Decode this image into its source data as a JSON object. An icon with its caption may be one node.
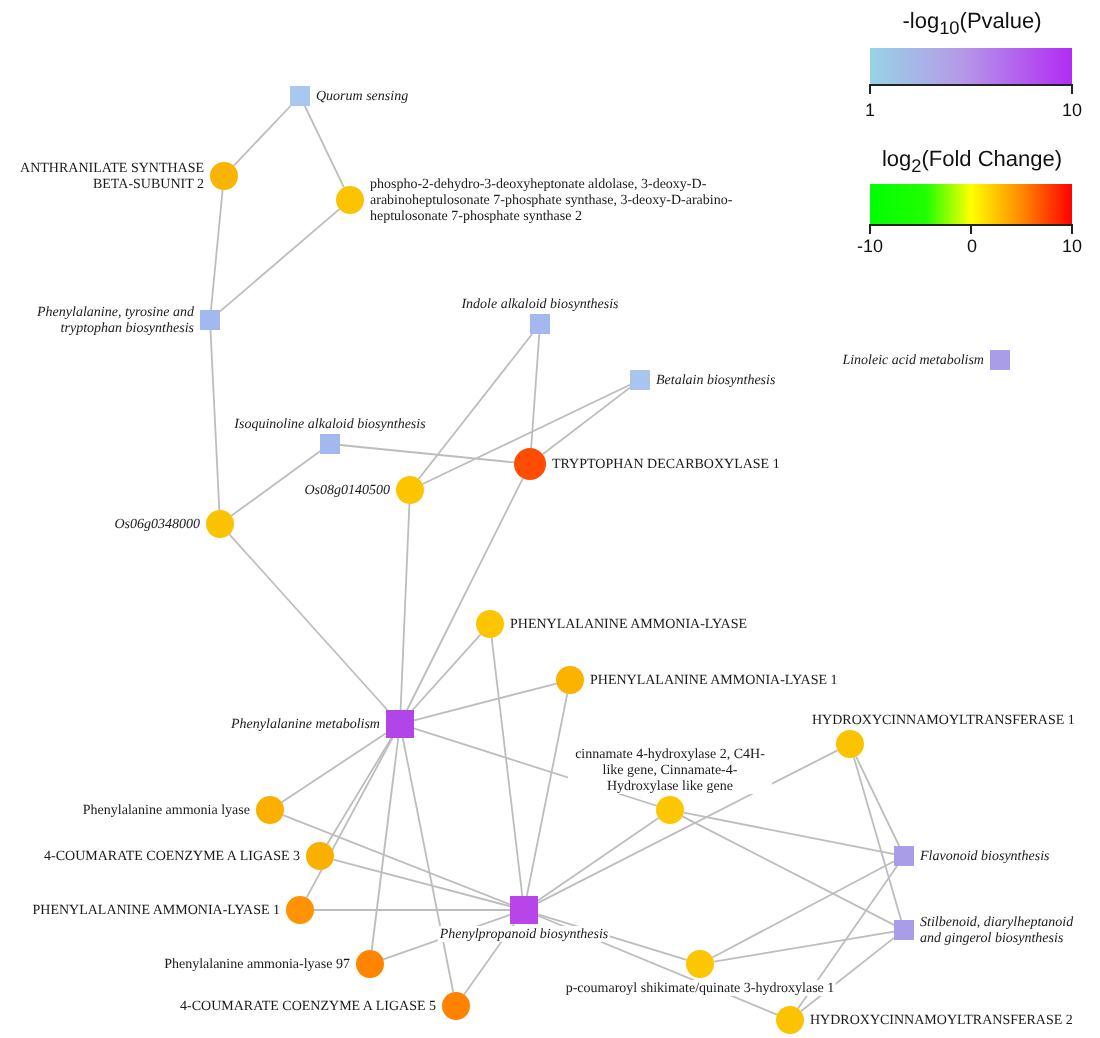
{
  "diagram": {
    "nodes": [
      {
        "text": [],
        "shape": "box",
        "beside": [
          "Quorum sensing"
        ]
      },
      {
        "text": [],
        "shape": "circle",
        "beside": [
          "ANTHRANILATE SYNTHASE BETA-SUBUNIT 2"
        ]
      },
      {
        "text": [],
        "shape": "circle",
        "beside": [
          "phospho-2-dehydro-3-deoxyheptonate aldolase, 3-deoxy-D-arabinoheptulosonate 7-phosphate synthase, 3-deoxy-D-arabino-heptulosonate 7-phosphate synthase 2"
        ]
      },
      {
        "text": [],
        "shape": "box",
        "beside": [
          "Phenylalanine, tyrosine and tryptophan biosynthesis"
        ]
      },
      {
        "text": [],
        "shape": "box",
        "beside": [
          "Indole alkaloid biosynthesis"
        ]
      },
      {
        "text": [],
        "shape": "box",
        "beside": [
          "Linoleic acid metabolism"
        ]
      },
      {
        "text": [],
        "shape": "box",
        "beside": [
          "Betalain biosynthesis"
        ]
      },
      {
        "text": [],
        "shape": "circle",
        "beside": [
          "Os08g0140500"
        ]
      },
      {
        "text": [],
        "shape": "box",
        "beside": [
          "Isoquinoline alkaloid biosynthesis"
        ]
      },
      {
        "text": [],
        "shape": "circle",
        "beside": [
          "TRYPTOPHAN DECARBOXYLASE 1"
        ]
      },
      {
        "text": [],
        "shape": "circle",
        "beside": [
          "Os06g0348000"
        ]
      },
      {
        "text": [],
        "shape": "circle",
        "beside": [
          "PHENYLALANINE AMMONIA-LYASE"
        ]
      },
      {
        "text": [],
        "shape": "box",
        "beside": [
          "Phenylalanine metabolism"
        ]
      },
      {
        "text": [],
        "shape": "circle",
        "beside": [
          "PHENYLALANINE AMMONIA-LYASE 1"
        ]
      },
      {
        "text": [],
        "shape": "circle",
        "beside": [
          "HYDROXYCINNAMOYLTRANSFERASE 1"
        ]
      },
      {
        "text": [],
        "shape": "circle",
        "beside": [
          "Phenylalanine ammonia lyase"
        ]
      },
      {
        "text": [],
        "shape": "circle",
        "beside": [
          "cinnamate 4-hydroxylase 2, C4H-like gene, Cinnamate-4-Hydroxylase like gene"
        ]
      },
      {
        "text": [],
        "shape": "circle",
        "beside": [
          "4-COUMARATE COENZYME A LIGASE 3"
        ]
      },
      {
        "text": [],
        "shape": "box",
        "beside": [
          "Flavonoid biosynthesis"
        ]
      },
      {
        "text": [],
        "shape": "box",
        "beside": [
          "Phenylpropanoid biosynthesis"
        ]
      },
      {
        "text": [],
        "shape": "circle",
        "beside": [
          "PHENYLALANINE AMMONIA-LYASE 1"
        ]
      },
      {
        "text": [],
        "shape": "box",
        "beside": [
          "Stilbenoid, diarylheptanoid and gingerol biosynthesis"
        ]
      },
      {
        "text": [],
        "shape": "circle",
        "beside": [
          "Phenylalanine ammonia-lyase 97"
        ]
      },
      {
        "text": [],
        "shape": "circle",
        "beside": [
          "p-coumaroyl shikimate/quinate 3-hydroxylase 1"
        ]
      },
      {
        "text": [],
        "shape": "circle",
        "beside": [
          "4-COUMARATE COENZYME A LIGASE 5"
        ]
      },
      {
        "text": [],
        "shape": "circle",
        "beside": [
          "HYDROXYCINNAMOYLTRANSFERASE 2"
        ]
      }
    ],
    "edges": [
      {
        "from": 0,
        "to": 1,
        "arrow": "none"
      },
      {
        "from": 0,
        "to": 2,
        "arrow": "none"
      },
      {
        "from": 1,
        "to": 3,
        "arrow": "none"
      },
      {
        "from": 2,
        "to": 3,
        "arrow": "none"
      },
      {
        "from": 3,
        "to": 10,
        "arrow": "none"
      },
      {
        "from": 4,
        "to": 7,
        "arrow": "none"
      },
      {
        "from": 4,
        "to": 9,
        "arrow": "none"
      },
      {
        "from": 6,
        "to": 7,
        "arrow": "none"
      },
      {
        "from": 6,
        "to": 9,
        "arrow": "none"
      },
      {
        "from": 8,
        "to": 9,
        "arrow": "none"
      },
      {
        "from": 8,
        "to": 10,
        "arrow": "none"
      },
      {
        "from": 7,
        "to": 12,
        "arrow": "none"
      },
      {
        "from": 9,
        "to": 12,
        "arrow": "none"
      },
      {
        "from": 10,
        "to": 12,
        "arrow": "none"
      },
      {
        "from": 12,
        "to": 11,
        "arrow": "none"
      },
      {
        "from": 12,
        "to": 13,
        "arrow": "none"
      },
      {
        "from": 12,
        "to": 16,
        "arrow": "none"
      },
      {
        "from": 12,
        "to": 15,
        "arrow": "none"
      },
      {
        "from": 12,
        "to": 17,
        "arrow": "none"
      },
      {
        "from": 12,
        "to": 20,
        "arrow": "none"
      },
      {
        "from": 12,
        "to": 22,
        "arrow": "none"
      },
      {
        "from": 12,
        "to": 24,
        "arrow": "none"
      },
      {
        "from": 11,
        "to": 19,
        "arrow": "none"
      },
      {
        "from": 13,
        "to": 19,
        "arrow": "none"
      },
      {
        "from": 15,
        "to": 19,
        "arrow": "none"
      },
      {
        "from": 17,
        "to": 19,
        "arrow": "none"
      },
      {
        "from": 20,
        "to": 19,
        "arrow": "none"
      },
      {
        "from": 22,
        "to": 19,
        "arrow": "none"
      },
      {
        "from": 24,
        "to": 19,
        "arrow": "none"
      },
      {
        "from": 16,
        "to": 19,
        "arrow": "none"
      },
      {
        "from": 14,
        "to": 19,
        "arrow": "none"
      },
      {
        "from": 23,
        "to": 19,
        "arrow": "none"
      },
      {
        "from": 25,
        "to": 19,
        "arrow": "none"
      },
      {
        "from": 16,
        "to": 18,
        "arrow": "none"
      },
      {
        "from": 16,
        "to": 21,
        "arrow": "none"
      },
      {
        "from": 14,
        "to": 18,
        "arrow": "none"
      },
      {
        "from": 14,
        "to": 21,
        "arrow": "none"
      },
      {
        "from": 23,
        "to": 18,
        "arrow": "none"
      },
      {
        "from": 23,
        "to": 21,
        "arrow": "none"
      },
      {
        "from": 25,
        "to": 18,
        "arrow": "none"
      },
      {
        "from": 25,
        "to": 21,
        "arrow": "none"
      }
    ],
    "labels": [
      "-log$_{10}$(Pvalue)",
      "1",
      "10",
      "log$_{2}$(Fold Change)",
      "-10",
      "0",
      "10"
    ]
  }
}
